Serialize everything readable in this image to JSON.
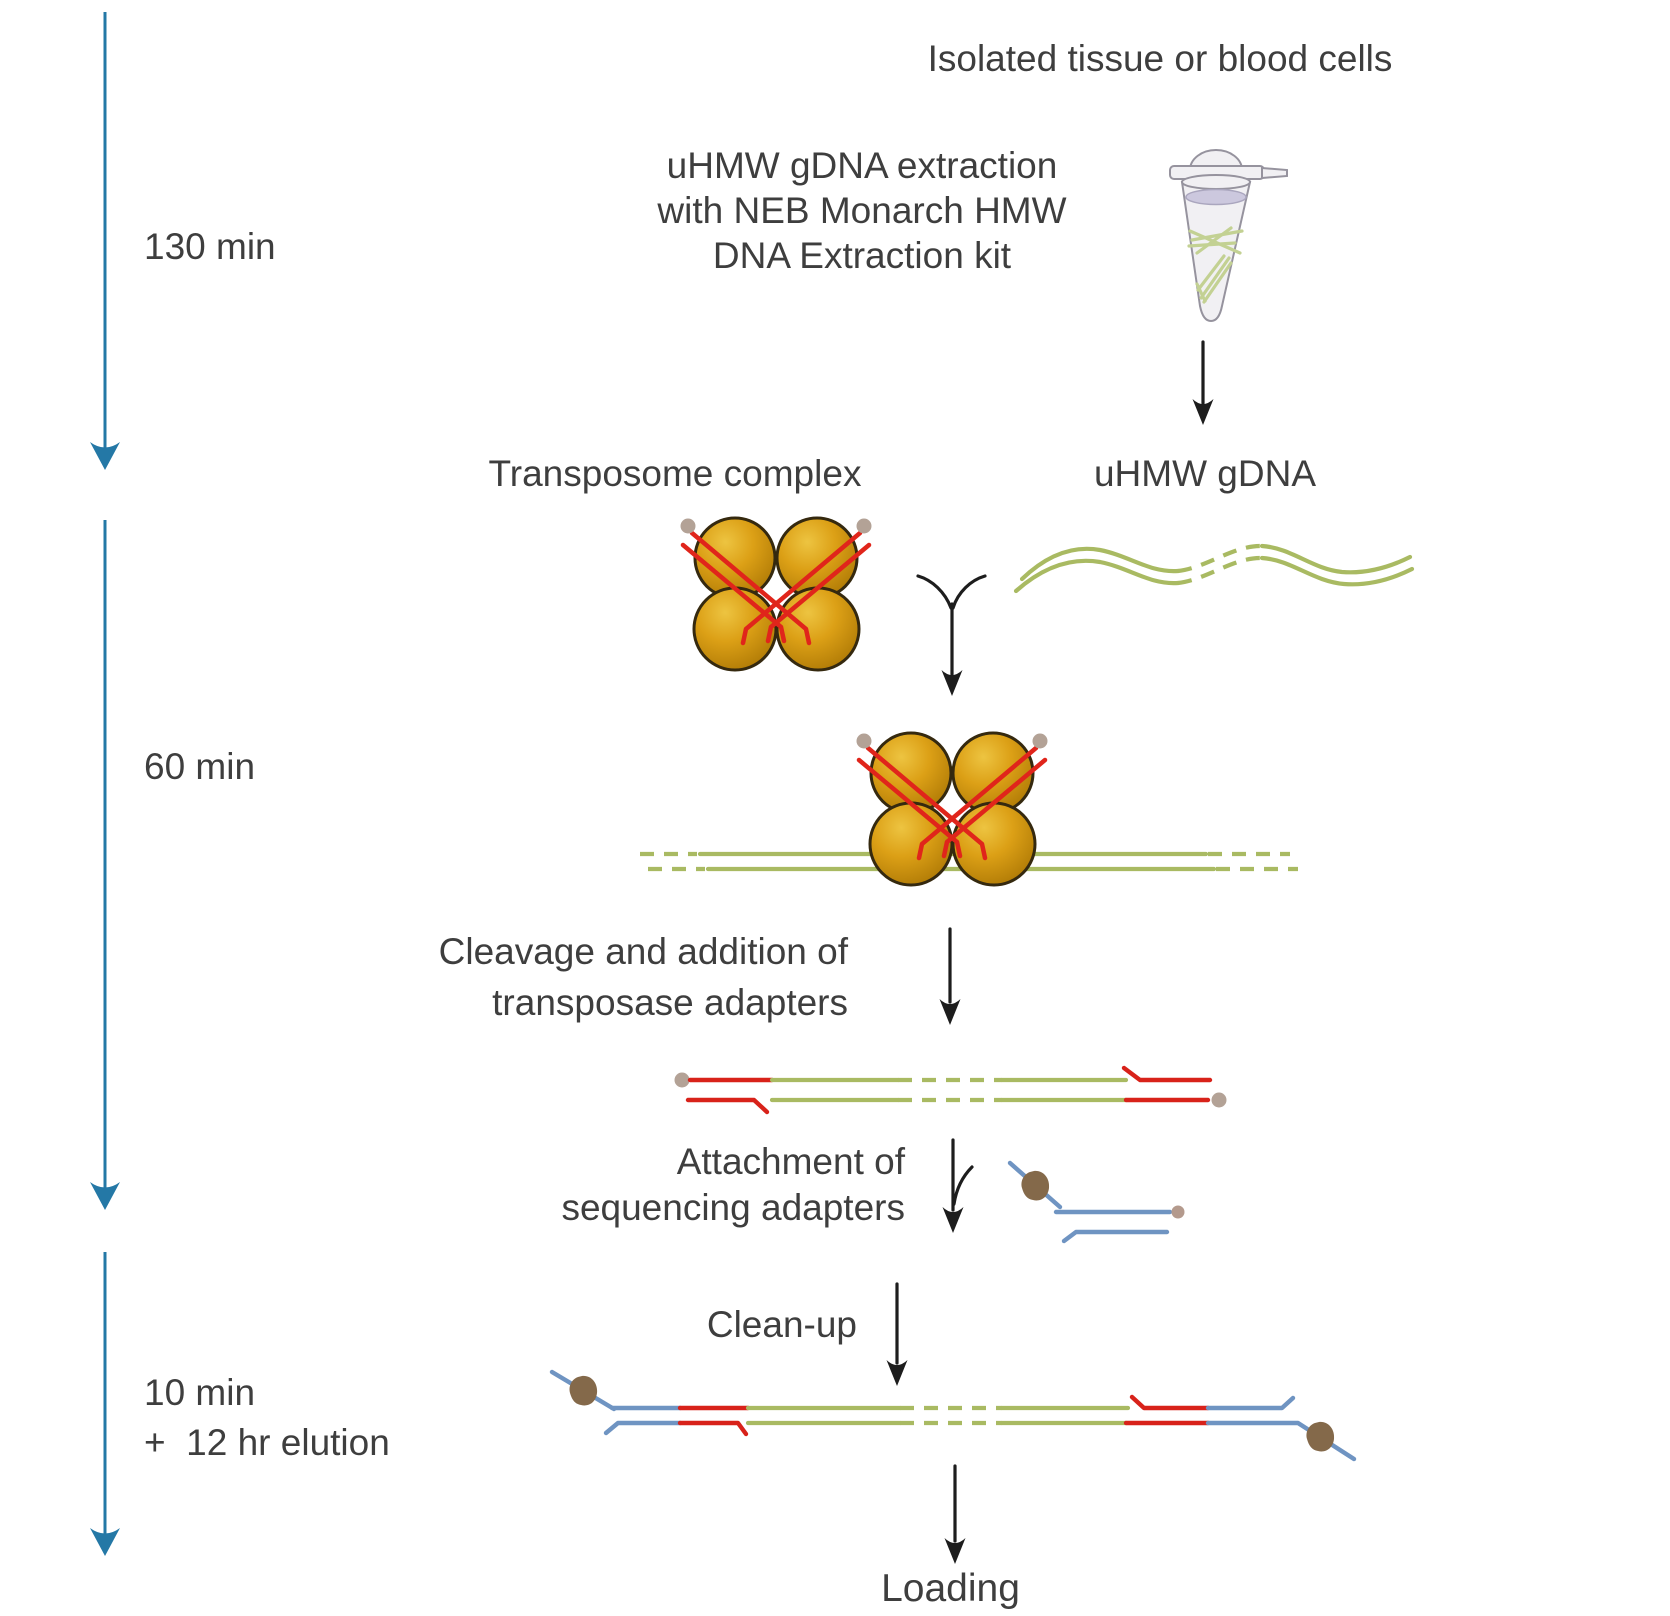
{
  "timeline": {
    "step1_duration": "130 min",
    "step2_duration": "60 min",
    "step3_duration_line1": "10 min",
    "step3_duration_line2": "+  12 hr elution"
  },
  "steps": {
    "source": "Isolated tissue or blood cells",
    "extraction_line1": "uHMW gDNA extraction",
    "extraction_line2": "with NEB Monarch HMW",
    "extraction_line3": "DNA Extraction kit",
    "transposome_label": "Transposome complex",
    "gdna_label": "uHMW gDNA",
    "cleavage_line1": "Cleavage and addition of",
    "cleavage_line2": "transposase adapters",
    "attachment_line1": "Attachment of",
    "attachment_line2": "sequencing adapters",
    "cleanup_label": "Clean-up",
    "loading_label": "Loading"
  },
  "colors": {
    "timeline_blue": "#2478a6",
    "dna_green": "#a9ba62",
    "adapter_red": "#d8221a",
    "sequencing_adapter_blue": "#6f94c2",
    "transposase_gold": "#dca016",
    "motor_protein_brown": "#84694a",
    "adapter_end_dot_gray": "#b3a296",
    "text_gray": "#3e3e3e"
  },
  "icons": {
    "tube": "microcentrifuge-tube-with-gdna",
    "transposome": "transposome-tetramer-with-red-adapters"
  }
}
